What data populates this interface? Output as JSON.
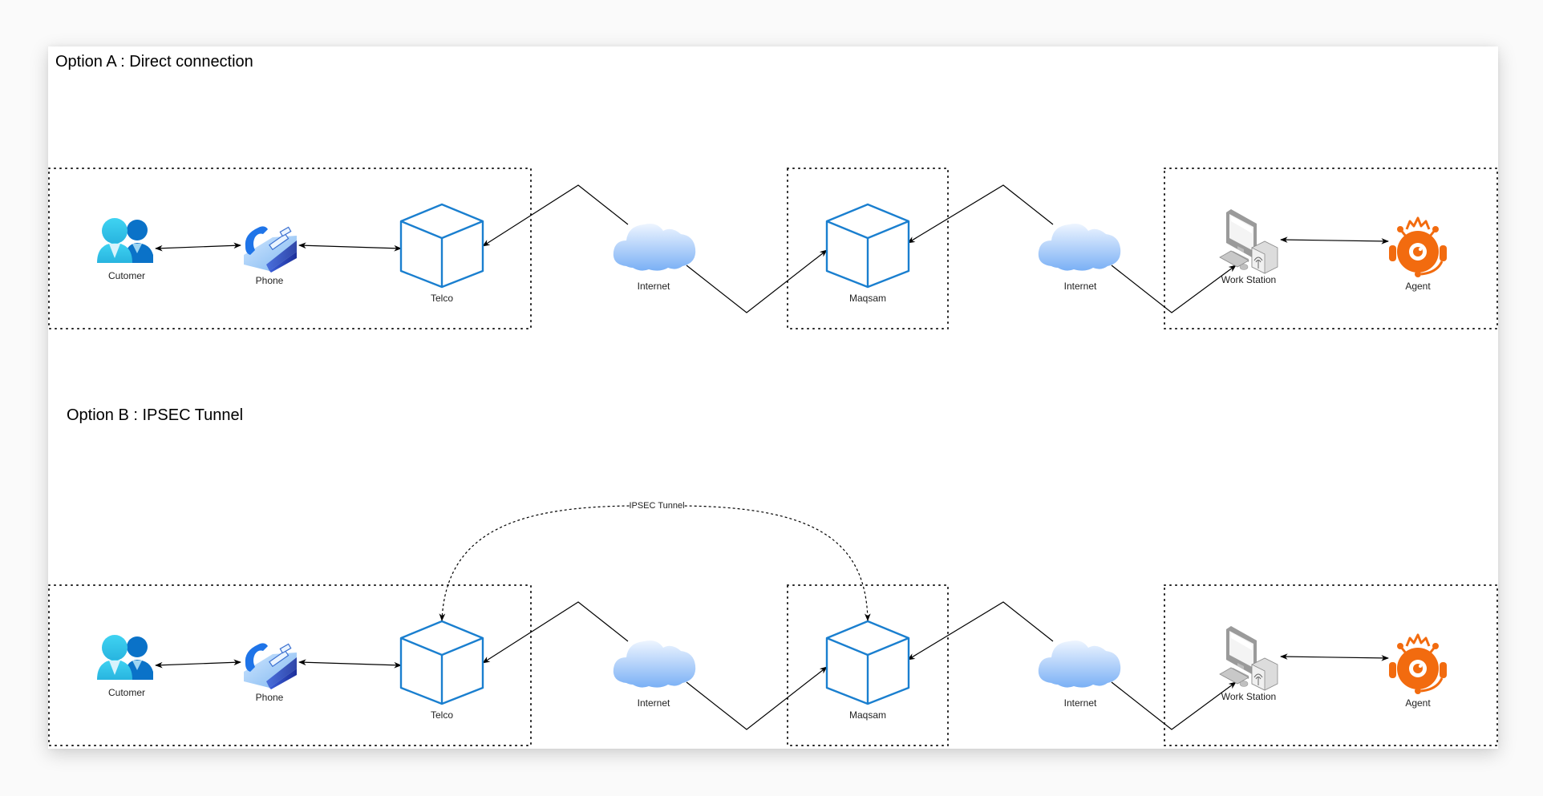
{
  "diagram": {
    "sections": [
      {
        "id": "a",
        "title": "Option A : Direct connection",
        "has_tunnel": false
      },
      {
        "id": "b",
        "title": "Option B : IPSEC Tunnel",
        "has_tunnel": true,
        "tunnel_label": "IPSEC Tunnel"
      }
    ],
    "nodes": {
      "customer": {
        "label": "Cutomer",
        "icon": "users-icon"
      },
      "phone": {
        "label": "Phone",
        "icon": "desk-phone-icon"
      },
      "telco": {
        "label": "Telco",
        "icon": "cube-icon"
      },
      "internet1": {
        "label": "Internet",
        "icon": "cloud-icon"
      },
      "maqsam": {
        "label": "Maqsam",
        "icon": "cube-icon"
      },
      "internet2": {
        "label": "Internet",
        "icon": "cloud-icon"
      },
      "workstation": {
        "label": "Work Station",
        "icon": "workstation-icon"
      },
      "agent": {
        "label": "Agent",
        "icon": "agent-headset-icon"
      }
    },
    "edges": [
      {
        "from": "customer",
        "to": "phone",
        "type": "bidirectional"
      },
      {
        "from": "phone",
        "to": "telco",
        "type": "bidirectional"
      },
      {
        "from": "internet1",
        "to": "telco",
        "type": "directed"
      },
      {
        "from": "internet1",
        "to": "maqsam",
        "type": "directed"
      },
      {
        "from": "internet2",
        "to": "maqsam",
        "type": "directed"
      },
      {
        "from": "internet2",
        "to": "workstation",
        "type": "directed"
      },
      {
        "from": "workstation",
        "to": "agent",
        "type": "bidirectional"
      }
    ],
    "groups": [
      "customer-side",
      "maqsam-side",
      "agent-side"
    ],
    "colors": {
      "cube_stroke": "#1a7fcf",
      "agent_orange": "#f26b0f",
      "customer_light": "#35c8ec",
      "customer_dark": "#0a72c8",
      "cloud_top": "#e8f2ff",
      "cloud_bottom": "#7fb3f5"
    }
  }
}
